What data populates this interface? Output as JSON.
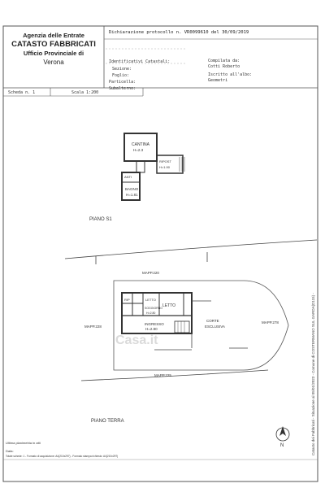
{
  "header": {
    "line1": "Agenzia delle Entrate",
    "line2": "CATASTO FABBRICATI",
    "line3": "Ufficio Provinciale di",
    "line4": "Verona"
  },
  "top_bar": {
    "dichiarazione": "Dichiarazione protocollo n. VR0099610 del 30/09/2019",
    "identificativi": "Identificativi Catastali:",
    "sezione": "Sezione:",
    "foglio": "Foglio:",
    "particella": "Particella:",
    "subalterno": "Subalterno:",
    "compilata_da": "Compilata da:",
    "compilata_nome": "Cotti Roberto",
    "iscritto": "Iscritto all'albo:",
    "iscritto_val": "Geometri"
  },
  "scheda": {
    "scheda": "Scheda n. 1",
    "scala": "Scala 1:200"
  },
  "plan": {
    "cantina": "CANTINA",
    "cantina_h": "H=2.3",
    "ripost": "RIPOST",
    "ripost_h": "H=1.90",
    "anti": "ANTI",
    "bagno": "BAGNO",
    "bagno_h": "H=1.81",
    "piano_s1": "PIANO S1",
    "mapp_top": "MAPP.220",
    "rip": "RIP",
    "letto1": "LETTO",
    "letto2": "LETTO",
    "soggiorno": "SOGGIORNO",
    "soggiorno_h": "H=2.80",
    "ingresso": "INGRESSO",
    "ingresso_h": "H=2.80",
    "corte": "CORTE",
    "esclusiva": "ESCLUSIVA",
    "mapp_left": "MAPP.228",
    "mapp_right": "MAPP.278",
    "mapp_bottom": "MAPP.225",
    "piano_terra": "PIANO TERRA",
    "north": "N"
  },
  "footer": {
    "ultima": "Ultima planimetria in atti",
    "data": "Data:",
    "note": "Totale schede: 1 - Formato di acquisizione: A4(210x297) - Formato stampa richiesto: A4(210x297)"
  },
  "side": {
    "vertical": "Catasto dei Fabbricati - Situazione al 05/01/2023 - Comune di COSTERMANO SUL GARDA(D115) -"
  },
  "watermark": "Casa.it"
}
